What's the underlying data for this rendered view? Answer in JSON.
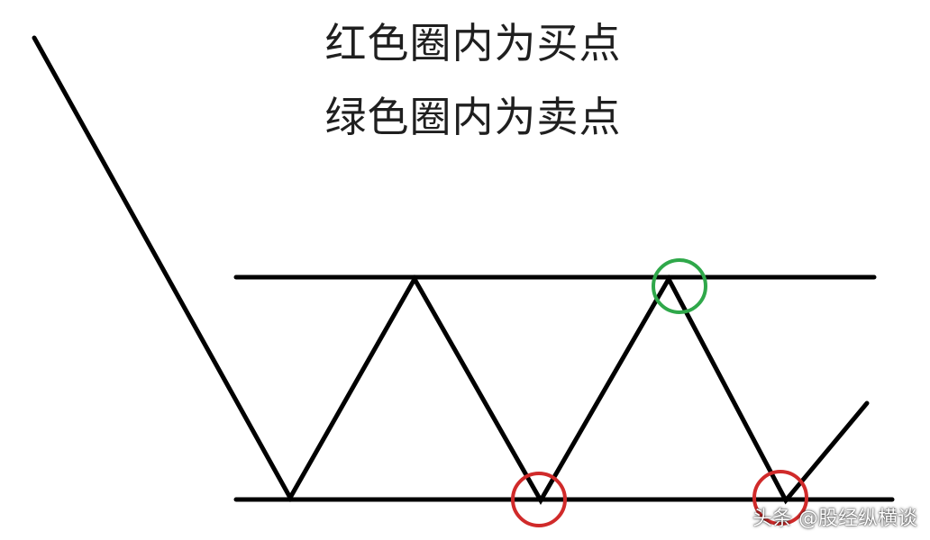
{
  "captions": {
    "buy": "红色圈内为买点",
    "sell": "绿色圈内为卖点"
  },
  "watermark": "头条 @股经纵横谈",
  "colors": {
    "line": "#000000",
    "buy_circle": "#d02a2a",
    "sell_circle": "#2fa84a"
  }
}
